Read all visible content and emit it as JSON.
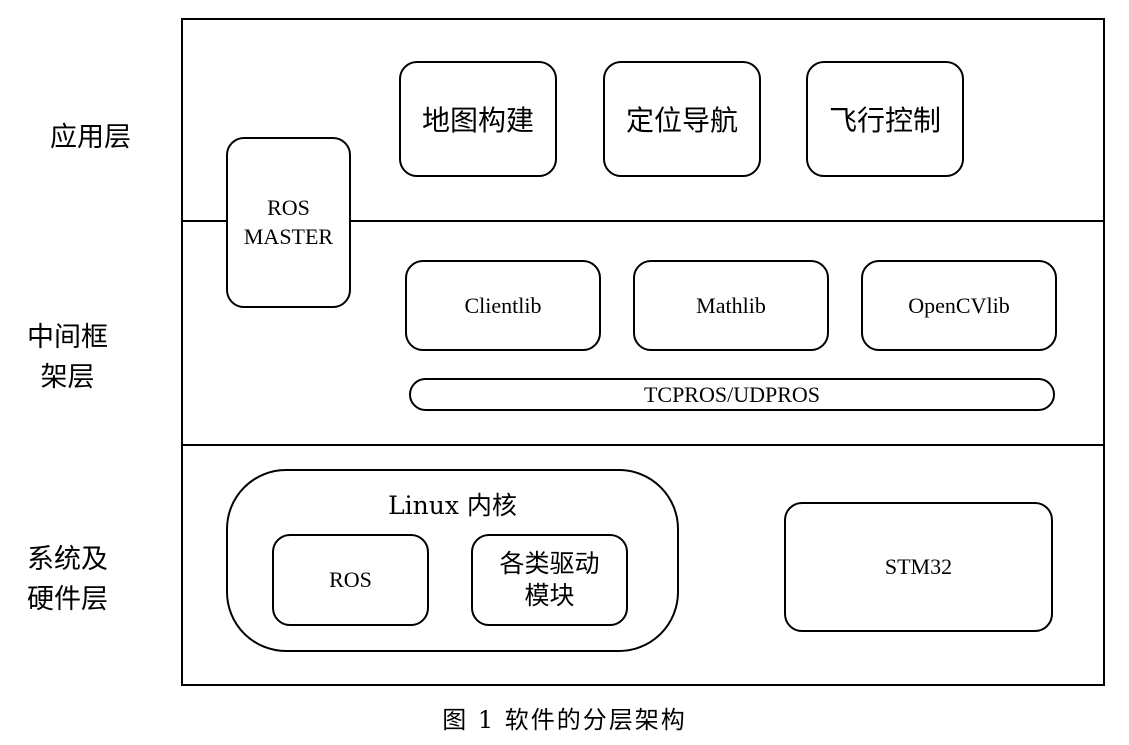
{
  "layers": {
    "application": "应用层",
    "middleware": "中间框\n架层",
    "system": "系统及\n硬件层"
  },
  "app_modules": {
    "map_building": "地图构建",
    "localization_navigation": "定位导航",
    "flight_control": "飞行控制"
  },
  "ros_master": "ROS\nMASTER",
  "libs": {
    "client": "Clientlib",
    "math": "Mathlib",
    "opencv": "OpenCVlib"
  },
  "transport": "TCPROS/UDPROS",
  "kernel": {
    "title": "Linux 内核",
    "ros": "ROS",
    "drivers": "各类驱动\n模块"
  },
  "mcu": "STM32",
  "caption": "图 1  软件的分层架构"
}
